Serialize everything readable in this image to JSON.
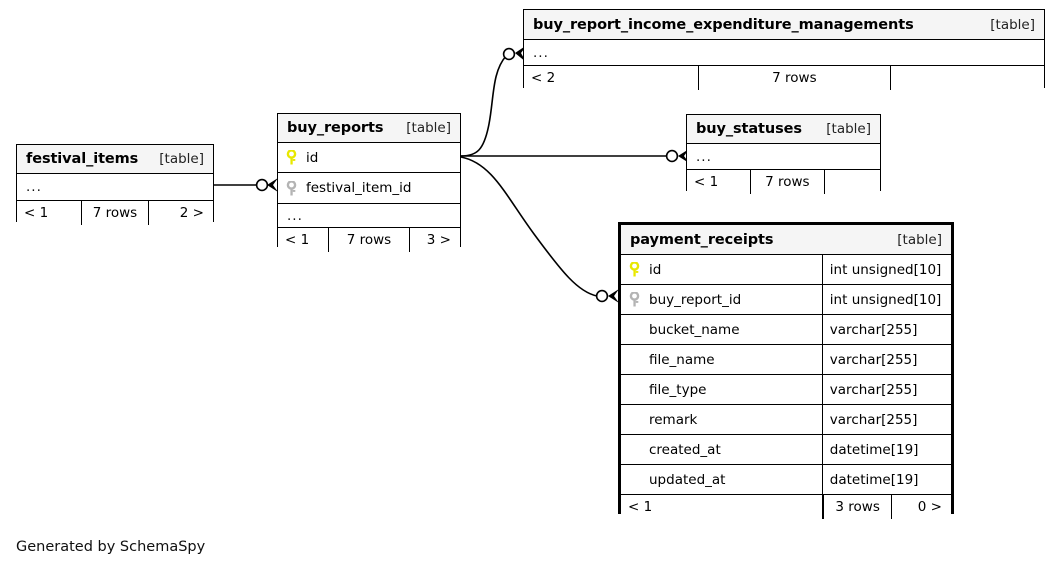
{
  "diagram": {
    "tool": "SchemaSpy",
    "caption": "Generated by SchemaSpy",
    "table_tag": "[table]",
    "ellipsis": "...",
    "colors": {
      "primary_key": "#e8e800",
      "foreign_key": "#b4b4b4",
      "header_background": "#f5f5f5",
      "border": "#000000",
      "background": "#ffffff"
    }
  },
  "tables": {
    "festival_items": {
      "name": "festival_items",
      "tag": "[table]",
      "rows": [
        {
          "ellipsis": "..."
        }
      ],
      "footer": {
        "left": "< 1",
        "mid": "7 rows",
        "right": "2 >"
      }
    },
    "buy_reports": {
      "name": "buy_reports",
      "tag": "[table]",
      "columns": [
        {
          "key": "primary-key",
          "name": "id"
        },
        {
          "key": "foreign-key",
          "name": "festival_item_id"
        }
      ],
      "ellipsis": "...",
      "footer": {
        "left": "< 1",
        "mid": "7 rows",
        "right": "3 >"
      }
    },
    "buy_report_income_expenditure_managements": {
      "name": "buy_report_income_expenditure_managements",
      "tag": "[table]",
      "ellipsis": "...",
      "footer": {
        "left": "< 2",
        "mid": "7 rows",
        "right": ""
      }
    },
    "buy_statuses": {
      "name": "buy_statuses",
      "tag": "[table]",
      "ellipsis": "...",
      "footer": {
        "left": "< 1",
        "mid": "7 rows",
        "right": ""
      }
    },
    "payment_receipts": {
      "name": "payment_receipts",
      "tag": "[table]",
      "focal": true,
      "columns": [
        {
          "key": "primary-key",
          "name": "id",
          "type": "int unsigned[10]"
        },
        {
          "key": "foreign-key",
          "name": "buy_report_id",
          "type": "int unsigned[10]"
        },
        {
          "key": "none",
          "name": "bucket_name",
          "type": "varchar[255]"
        },
        {
          "key": "none",
          "name": "file_name",
          "type": "varchar[255]"
        },
        {
          "key": "none",
          "name": "file_type",
          "type": "varchar[255]"
        },
        {
          "key": "none",
          "name": "remark",
          "type": "varchar[255]"
        },
        {
          "key": "none",
          "name": "created_at",
          "type": "datetime[19]"
        },
        {
          "key": "none",
          "name": "updated_at",
          "type": "datetime[19]"
        }
      ],
      "footer": {
        "left": "< 1",
        "mid": "3 rows",
        "right": "0 >"
      }
    }
  },
  "relationships": [
    {
      "from": "festival_items",
      "to": "buy_reports",
      "via": "festival_item_id"
    },
    {
      "from": "buy_reports",
      "to": "buy_report_income_expenditure_managements"
    },
    {
      "from": "buy_reports",
      "to": "buy_statuses"
    },
    {
      "from": "buy_reports",
      "to": "payment_receipts",
      "via": "buy_report_id"
    }
  ]
}
